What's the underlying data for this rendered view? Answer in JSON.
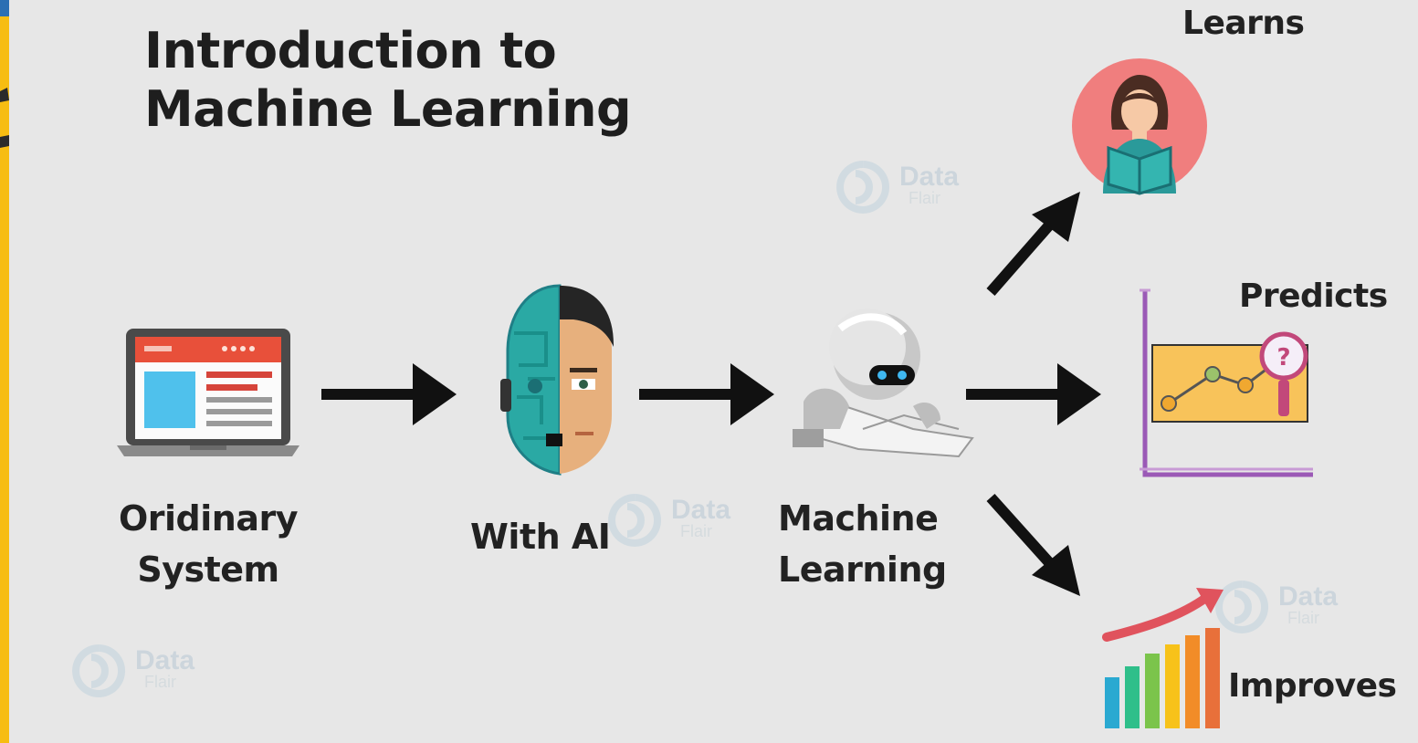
{
  "title": {
    "line1": "Introduction to",
    "line2": "Machine Learning"
  },
  "nodes": {
    "ordinary": {
      "line1": "Oridinary",
      "line2": "System",
      "icon": "laptop-icon"
    },
    "with_ai": {
      "label": "With AI",
      "icon": "half-robot-face-icon"
    },
    "ml": {
      "line1": "Machine",
      "line2": "Learning",
      "icon": "reading-robot-icon"
    }
  },
  "outcomes": {
    "learns": {
      "label": "Learns",
      "icon": "person-reading-icon"
    },
    "predicts": {
      "label": "Predicts",
      "icon": "prediction-chart-icon"
    },
    "improves": {
      "label": "Improves",
      "icon": "growth-bars-icon"
    }
  },
  "watermark": {
    "line1": "Data",
    "line2": "Flair"
  },
  "colors": {
    "frame": "#f7bd12",
    "background": "#e7e7e7",
    "arrow": "#111111",
    "accent_red": "#e8503a",
    "teal": "#2aa9a4"
  }
}
